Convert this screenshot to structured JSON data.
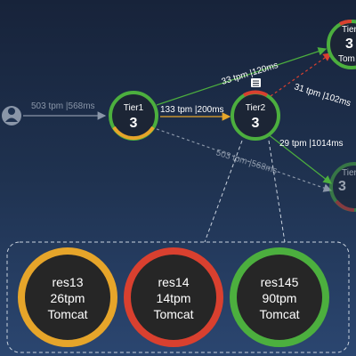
{
  "colors": {
    "green": "#4caf3e",
    "orange": "#e6a52a",
    "red": "#d9402f",
    "gray": "#8a96a8",
    "node_fill": "#1c2535"
  },
  "user": {
    "icon": "user-icon"
  },
  "tiers": {
    "tier1": {
      "name": "Tier1",
      "count": "3"
    },
    "tier2": {
      "name": "Tier2",
      "count": "3"
    },
    "tier_top": {
      "name": "Tier",
      "count": "3",
      "label_extra": "Tom"
    },
    "tier_right": {
      "name": "Tier",
      "count": "3"
    }
  },
  "edges": {
    "user_to_tier1": "503 tpm |568ms",
    "tier1_to_tier2": "133 tpm |200ms",
    "tier1_to_top": "33 tpm |120ms",
    "tier2_to_top": "31 tpm |102ms",
    "tier2_to_right": "29 tpm |1014ms",
    "tier1_to_right": "503 tpm |568ms"
  },
  "instances": [
    {
      "name": "res13",
      "tpm": "26tpm",
      "server": "Tomcat",
      "status": "orange"
    },
    {
      "name": "res14",
      "tpm": "14tpm",
      "server": "Tomcat",
      "status": "red"
    },
    {
      "name": "res145",
      "tpm": "90tpm",
      "server": "Tomcat",
      "status": "green"
    }
  ]
}
